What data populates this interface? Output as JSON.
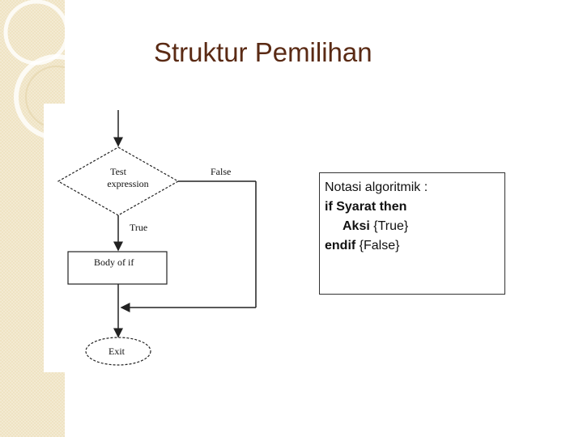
{
  "slide": {
    "title": "Struktur Pemilihan"
  },
  "flowchart": {
    "decision_label_line1": "Test",
    "decision_label_line2": "expression",
    "false_label": "False",
    "true_label": "True",
    "body_label": "Body of if",
    "exit_label": "Exit"
  },
  "note": {
    "line1": "Notasi algoritmik :",
    "line2_kw1": "if Syarat then",
    "line3_kw": "Aksi",
    "line3_rest": " {True}",
    "line4_kw": "endif",
    "line4_rest": " {False}"
  },
  "colors": {
    "title": "#5a2a14",
    "sidebar": "#efe3c3"
  }
}
